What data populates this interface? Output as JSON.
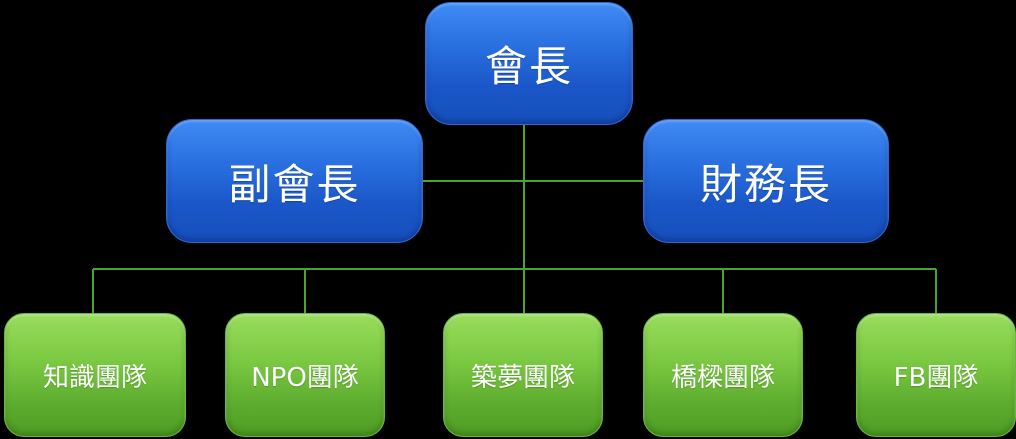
{
  "top": {
    "label": "會長"
  },
  "second_row": [
    {
      "label": "副會長"
    },
    {
      "label": "財務長"
    }
  ],
  "teams": [
    {
      "label": "知識團隊"
    },
    {
      "label": "NPO團隊"
    },
    {
      "label": "築夢團隊"
    },
    {
      "label": "橋樑團隊"
    },
    {
      "label": "FB團隊"
    }
  ],
  "colors": {
    "background": "#000000",
    "top_box": "#2a70e0",
    "team_box": "#7ac841",
    "connector": "#4aa52e",
    "text": "#ffffff"
  }
}
